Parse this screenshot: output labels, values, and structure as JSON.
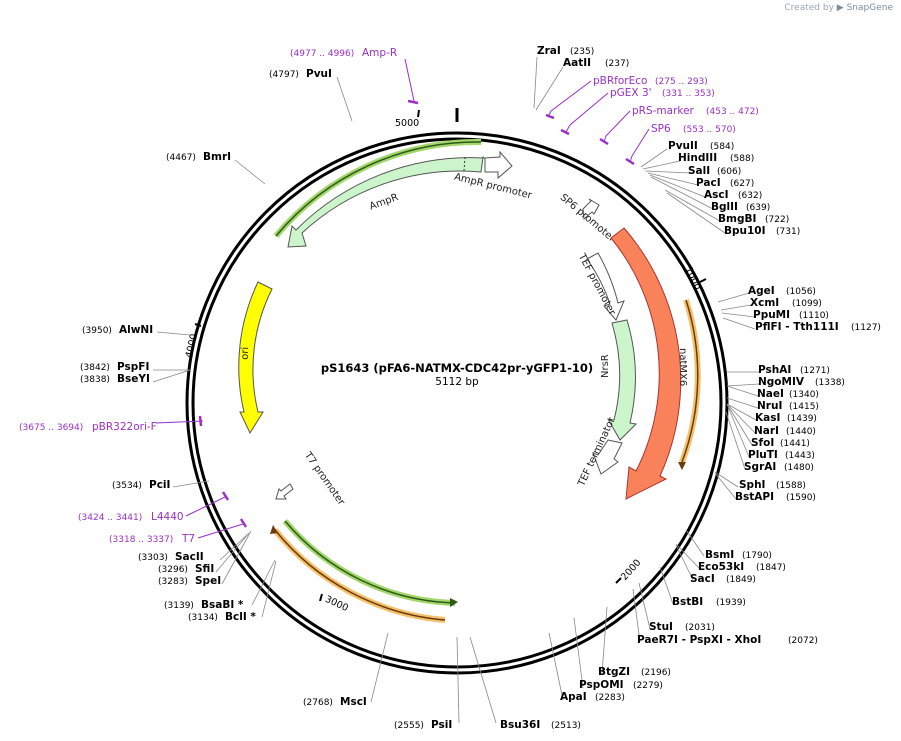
{
  "credit": {
    "prefix": "Created by",
    "brand": "SnapGene"
  },
  "plasmid": {
    "name": "pS1643 (pFA6-NATMX-CDC42pr-yGFP1-10)",
    "size_label": "5112 bp",
    "length": 5112
  },
  "ticks": [
    {
      "pos": 1000,
      "label": "1000"
    },
    {
      "pos": 2000,
      "label": "2000"
    },
    {
      "pos": 3000,
      "label": "3000"
    },
    {
      "pos": 4000,
      "label": "4000"
    },
    {
      "pos": 5000,
      "label": "5000"
    }
  ],
  "sites": [
    {
      "name": "ZraI",
      "pos": "(235)"
    },
    {
      "name": "AatII",
      "pos": "(237)"
    },
    {
      "name": "PvuII",
      "pos": "(584)"
    },
    {
      "name": "HindIII",
      "pos": "(588)"
    },
    {
      "name": "SalI",
      "pos": "(606)"
    },
    {
      "name": "PacI",
      "pos": "(627)"
    },
    {
      "name": "AscI",
      "pos": "(632)"
    },
    {
      "name": "BglII",
      "pos": "(639)"
    },
    {
      "name": "BmgBI",
      "pos": "(722)"
    },
    {
      "name": "Bpu10I",
      "pos": "(731)"
    },
    {
      "name": "AgeI",
      "pos": "(1056)"
    },
    {
      "name": "XcmI",
      "pos": "(1099)"
    },
    {
      "name": "PpuMI",
      "pos": "(1110)"
    },
    {
      "name": "PflFI - Tth111I",
      "pos": "(1127)"
    },
    {
      "name": "PshAI",
      "pos": "(1271)"
    },
    {
      "name": "NgoMIV",
      "pos": "(1338)"
    },
    {
      "name": "NaeI",
      "pos": "(1340)"
    },
    {
      "name": "NruI",
      "pos": "(1415)"
    },
    {
      "name": "KasI",
      "pos": "(1439)"
    },
    {
      "name": "NarI",
      "pos": "(1440)"
    },
    {
      "name": "SfoI",
      "pos": "(1441)"
    },
    {
      "name": "PluTI",
      "pos": "(1443)"
    },
    {
      "name": "SgrAI",
      "pos": "(1480)"
    },
    {
      "name": "SphI",
      "pos": "(1588)"
    },
    {
      "name": "BstAPI",
      "pos": "(1590)"
    },
    {
      "name": "BsmI",
      "pos": "(1790)"
    },
    {
      "name": "Eco53kI",
      "pos": "(1847)"
    },
    {
      "name": "SacI",
      "pos": "(1849)"
    },
    {
      "name": "BstBI",
      "pos": "(1939)"
    },
    {
      "name": "StuI",
      "pos": "(2031)"
    },
    {
      "name": "PaeR7I - PspXI - XhoI",
      "pos": "(2072)"
    },
    {
      "name": "BtgZI",
      "pos": "(2196)"
    },
    {
      "name": "PspOMI",
      "pos": "(2279)"
    },
    {
      "name": "ApaI",
      "pos": "(2283)"
    },
    {
      "name": "Bsu36I",
      "pos": "(2513)"
    },
    {
      "name": "PsiI",
      "pos": "(2555)"
    },
    {
      "name": "MscI",
      "pos": "(2768)"
    },
    {
      "name": "BsaBI *",
      "pos": "(3139)"
    },
    {
      "name": "BclI *",
      "pos": "(3134)"
    },
    {
      "name": "SacII",
      "pos": "(3303)"
    },
    {
      "name": "SfiI",
      "pos": "(3296)"
    },
    {
      "name": "SpeI",
      "pos": "(3283)"
    },
    {
      "name": "PciI",
      "pos": "(3534)"
    },
    {
      "name": "PspFI",
      "pos": "(3842)"
    },
    {
      "name": "BseYI",
      "pos": "(3838)"
    },
    {
      "name": "AlwNI",
      "pos": "(3950)"
    },
    {
      "name": "BmrI",
      "pos": "(4467)"
    },
    {
      "name": "PvuI",
      "pos": "(4797)"
    }
  ],
  "primers": [
    {
      "name": "Amp-R",
      "range": "(4977 .. 4996)"
    },
    {
      "name": "pBRforEco",
      "range": "(275 .. 293)"
    },
    {
      "name": "pGEX 3'",
      "range": "(331 .. 353)"
    },
    {
      "name": "pRS-marker",
      "range": "(453 .. 472)"
    },
    {
      "name": "SP6",
      "range": "(553 .. 570)"
    },
    {
      "name": "pBR322ori-F",
      "range": "(3675 .. 3694)"
    },
    {
      "name": "L4440",
      "range": "(3424 .. 3441)"
    },
    {
      "name": "T7",
      "range": "(3318 .. 3337)"
    }
  ],
  "features": [
    {
      "name": "AmpR",
      "color": "#ccf5cc"
    },
    {
      "name": "AmpR promoter",
      "color": "#ffffff"
    },
    {
      "name": "SP6 promoter",
      "color": "#ffffff"
    },
    {
      "name": "TEF promoter",
      "color": "#ffffff"
    },
    {
      "name": "NrsR",
      "color": "#ccf5cc"
    },
    {
      "name": "TEF terminator",
      "color": "#ffffff"
    },
    {
      "name": "natMX6",
      "color": "#f9825a"
    },
    {
      "name": "ori",
      "color": "#ffff00"
    },
    {
      "name": "T7 promoter",
      "color": "#ffffff"
    }
  ],
  "colors": {
    "primer": "#9b30c7",
    "highlight_green": "#a3d66b",
    "highlight_orange": "#f5c06b",
    "backbone": "#000000"
  }
}
